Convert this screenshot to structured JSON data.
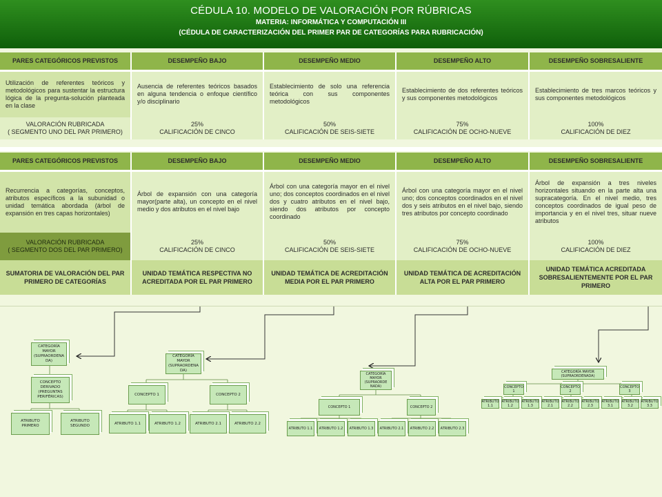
{
  "header": {
    "title": "CÉDULA 10.  MODELO DE VALORACIÓN  POR RÚBRICAS",
    "subject": "MATERIA: INFORMÁTICA Y COMPUTACIÓN III",
    "subtitle": "(CÉDULA DE CARACTERIZACIÓN DEL PRIMER PAR DE CATEGORÍAS PARA RUBRICACIÓN)"
  },
  "columns": [
    "PARES CATEGÓRICOS  PREVISTOS",
    "DESEMPEÑO BAJO",
    "DESEMPEÑO MEDIO",
    "DESEMPEÑO ALTO",
    "DESEMPEÑO SOBRESALIENTE"
  ],
  "table1": {
    "row": [
      "Utilización de referentes teóricos y metodológicos para sustentar la estructura lógica de la pregunta-solución planteada en la clase",
      "Ausencia de referentes teóricos basados en alguna tendencia o enfoque científico y/o disciplinario",
      "Establecimiento de solo una referencia teórica con sus componentes metodológicos",
      "Establecimiento de dos referentes teóricos y sus componentes metodológicos",
      "Establecimiento de tres marcos teóricos y sus componentes metodológicos"
    ],
    "valuation": {
      "label_1": "VALORACIÓN RUBRICADA",
      "label_2": "( SEGMENTO UNO DEL PAR PRIMERO)",
      "cells": [
        {
          "pct": "25%",
          "grade": "CALIFICACIÓN DE CINCO"
        },
        {
          "pct": "50%",
          "grade": "CALIFICACIÓN DE SEIS-SIETE"
        },
        {
          "pct": "75%",
          "grade": "CALIFICACIÓN DE OCHO-NUEVE"
        },
        {
          "pct": "100%",
          "grade": "CALIFICACIÓN DE DIEZ"
        }
      ]
    }
  },
  "table2": {
    "row": [
      "Recurrencia a categorías, conceptos, atributos específicos a la subunidad o unidad temática abordada (árbol de expansión en tres capas horizontales)",
      "Árbol de expansión con una categoría mayor(parte alta), un concepto en el nivel medio y dos atributos en el nivel bajo",
      "Árbol con una categoría mayor en el nivel uno; dos conceptos coordinados en el nivel dos y cuatro atributos en el nivel bajo, siendo dos atributos por concepto coordinado",
      "Árbol con una categoría mayor en el nivel uno; dos conceptos coordinados en el nivel dos y seis atributos en el nivel bajo, siendo tres atributos por concepto coordinado",
      "Árbol de expansión a tres niveles horizontales situando en la parte alta una supracategoría. En el nivel medio, tres conceptos coordinados de igual peso de importancia y en el nivel tres, situar nueve atributos"
    ],
    "valuation": {
      "label_1": "VALORACIÓN RUBRICADA",
      "label_2": "( SEGMENTO DOS DEL PAR PRIMERO)",
      "cells": [
        {
          "pct": "25%",
          "grade": "CALIFICACIÓN DE CINCO"
        },
        {
          "pct": "50%",
          "grade": "CALIFICACIÓN DE SEIS-SIETE"
        },
        {
          "pct": "75%",
          "grade": "CALIFICACIÓN DE OCHO-NUEVE"
        },
        {
          "pct": "100%",
          "grade": "CALIFICACIÓN DE DIEZ"
        }
      ]
    },
    "summary": [
      "SUMATORIA DE VALORACIÓN DEL PAR PRIMERO DE CATEGORÍAS",
      "UNIDAD TEMÁTICA RESPECTIVA NO ACREDITADA POR EL PAR PRIMERO",
      "UNIDAD TEMÁTICA DE ACREDITACIÓN MEDIA POR EL PAR PRIMERO",
      "UNIDAD TEMÁTICA DE ACREDITACIÓN ALTA POR EL PAR PRIMERO",
      "UNIDAD TEMÁTICA ACREDITADA SOBRESALIENTEMENTE  POR EL PAR PRIMERO"
    ]
  },
  "trees": {
    "t1": {
      "cat": "CATEGORÍA MAYOR (SUPRAORDENA DA)",
      "concept": "CONCEPTO DERIVADO (PREGUNTAS PERIFÉRICAS)",
      "attr1": "ATRIBUTO PRIMERO",
      "attr2": "ATRIBUTO SEGUNDO"
    },
    "t2": {
      "cat": "CATEGORÍA MAYOR (SUPRAORDENA DA)",
      "c1": "CONCEPTO 1",
      "c2": "CONCEPTO 2",
      "a11": "ATRIBUTO 1.1",
      "a12": "ATRIBUTO 1.2",
      "a21": "ATRIBUTO 2.1",
      "a22": "ATRIBUTO 2.2"
    },
    "t3": {
      "cat": "CATEGORÍA MAYOR (SUPRAORDE NADA)",
      "c1": "CONCEPTO 1",
      "c2": "CONCEPTO 2",
      "a11": "ATRIBUTO 1.1",
      "a12": "ATRIBUTO 1.2",
      "a13": "ATRIBUTO 1.3",
      "a21": "ATRIBUTO 2.1",
      "a22": "ATRIBUTO 2.2",
      "a23": "ATRIBUTO 2.3"
    },
    "t4": {
      "cat": "CATEGORÍA MAYOR (SUPRAORDENADA)",
      "c1": "CONCEPTO 1",
      "c2": "CONCEPTO 2",
      "c3": "CONCEPTO 3",
      "a1": "ATRIBUTO 1.1",
      "a2": "ATRIBUTO 1.2",
      "a3": "ATRIBUTO 1.3",
      "a4": "ATRIBUTO 2.1",
      "a5": "ATRIBUTO 2.2",
      "a6": "ATRIBUTO 2.3",
      "a7": "ATRIBUTO 3.1",
      "a8": "ATRIBUTO 3.2",
      "a9": "ATRIBUTO 3.3"
    }
  }
}
